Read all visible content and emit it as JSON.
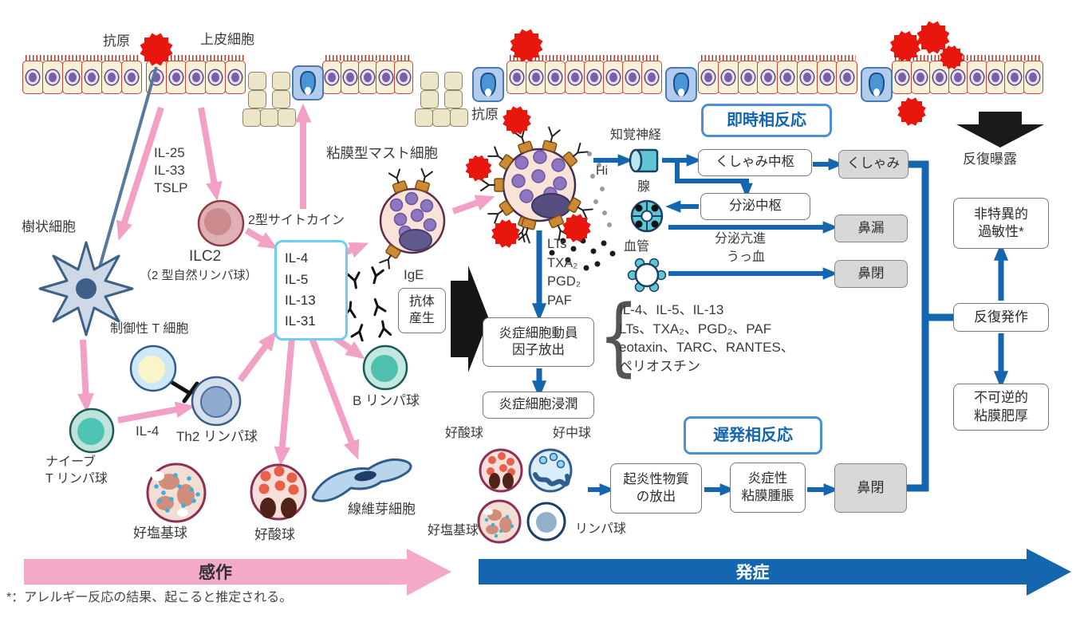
{
  "top_row": {
    "antigen": "抗原",
    "epithelium": "上皮細胞"
  },
  "sensitization": {
    "phase_label": "感作",
    "epithelial_cytokines": [
      "IL-25",
      "IL-33",
      "TSLP"
    ],
    "dendritic_cell": "樹状細胞",
    "ilc2_name": "ILC2",
    "ilc2_sub": "（2 型自然リンパ球）",
    "type2_cytokine": "2型サイトカイン",
    "interleukin_box": [
      "IL-4",
      "IL-5",
      "IL-13",
      "IL-31"
    ],
    "treg": "制御性 T 細胞",
    "il4_label": "IL-4",
    "th2": "Th2 リンパ球",
    "naive_t": [
      "ナイーブ",
      "T リンパ球"
    ],
    "basophil": "好塩基球",
    "eosinophil": "好酸球",
    "fibroblast": "線維芽細胞",
    "b_cell": "B リンパ球",
    "ige": "IgE",
    "antibody_production": [
      "抗体",
      "産生"
    ],
    "mast_cell": "粘膜型マスト細胞"
  },
  "immediate_phase": {
    "title": "即時相反応",
    "antigen": "抗原",
    "histamine": "Hi",
    "mediators": [
      "LTs",
      "TXA₂",
      "PGD₂",
      "PAF"
    ],
    "sensory_nerve": "知覚神経",
    "gland": "腺",
    "vessel": "血管",
    "sneeze_center": "くしゃみ中枢",
    "secretion_center": "分泌中枢",
    "hypersecretion": "分泌亢進",
    "congestion": "うっ血",
    "sneeze": "くしゃみ",
    "rhinorrhea": "鼻漏",
    "obstruction": "鼻閉"
  },
  "late_phase": {
    "title": "遅発相反応",
    "phase_label": "発症",
    "recruitment": [
      "炎症細胞動員",
      "因子放出"
    ],
    "released_factors": [
      "IL-4、IL-5、IL-13",
      "LTs、TXA₂、PGD₂、PAF",
      "eotaxin、TARC、RANTES、",
      "ペリオスチン"
    ],
    "infiltration": "炎症細胞浸潤",
    "eosinophil": "好酸球",
    "neutrophil": "好中球",
    "basophil": "好塩基球",
    "lymphocyte": "リンパ球",
    "release": [
      "起炎性物質",
      "の放出"
    ],
    "swelling": [
      "炎症性",
      "粘膜腫脹"
    ],
    "obstruction": "鼻閉"
  },
  "chronic": {
    "repeated_exposure": "反復曝露",
    "nonspecific_hypersensitivity": [
      "非特異的",
      "過敏性*"
    ],
    "repeated_attacks": "反復発作",
    "irreversible_thickening": [
      "不可逆的",
      "粘膜肥厚"
    ]
  },
  "footnote": "*：アレルギー反応の結果、起こると推定される。",
  "colors": {
    "pink_arrow": "#f2a0c4",
    "blue_arrow": "#1566b0",
    "antigen_red": "#e8160c",
    "phase_blue": "#1566b0",
    "gray_box": "#d8d8d8"
  }
}
